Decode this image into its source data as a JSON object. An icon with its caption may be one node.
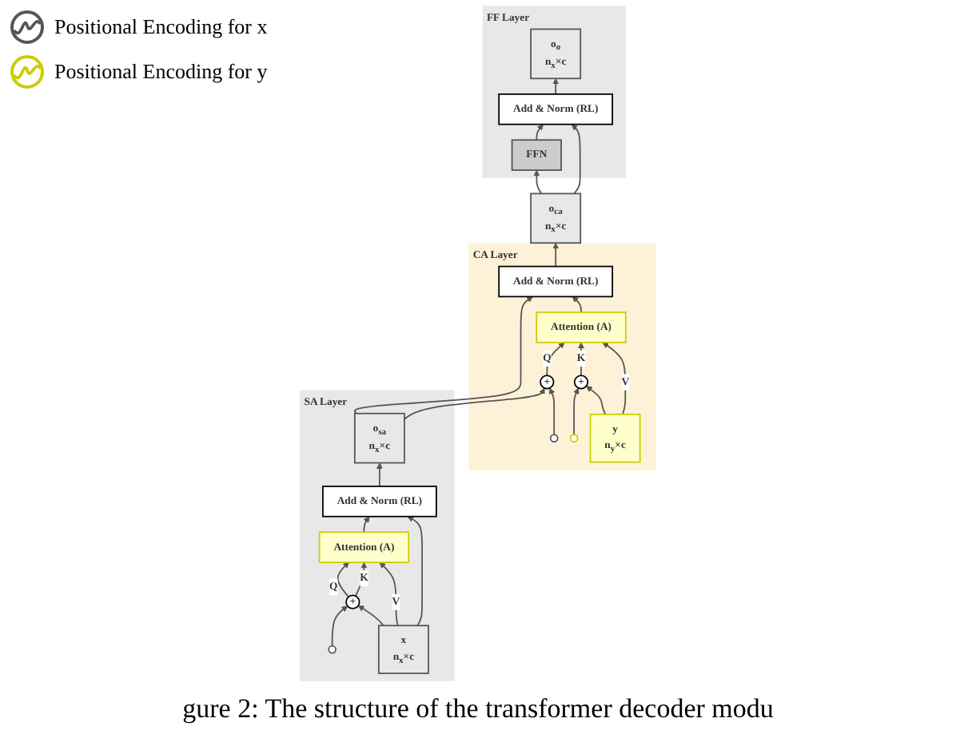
{
  "diagram": {
    "caption": "gure 2: The structure of the transformer decoder modu",
    "nodes": [
      {
        "text": [
          "FF Layer"
        ]
      },
      {
        "text": [
          "o$_{o}$",
          "n$_{x}$×c"
        ],
        "in": 0
      },
      {
        "text": [
          "Add & Norm (RL)"
        ],
        "in": 0
      },
      {
        "text": [
          "FFN"
        ],
        "in": 0
      },
      {
        "text": [
          "CA Layer"
        ]
      },
      {
        "text": [
          "o$_{ca}$",
          "n$_{x}$×c"
        ]
      },
      {
        "text": [
          "Add & Norm (RL)"
        ],
        "in": 4
      },
      {
        "text": [
          "Attention (A)"
        ],
        "in": 4
      },
      {
        "text": [
          "+"
        ],
        "in": 4
      },
      {
        "text": [],
        "shape": "circle",
        "in": 4
      },
      {
        "text": [],
        "shape": "circle",
        "in": 4
      },
      {
        "text": [
          "+"
        ],
        "in": 4
      },
      {
        "text": [
          "y",
          "n$_{y}$×c"
        ],
        "in": 4
      },
      {
        "text": [
          "SA Layer"
        ]
      },
      {
        "text": [
          "o$_{sa}$",
          "n$_{x}$×c"
        ],
        "in": 13
      },
      {
        "text": [
          "Add & Norm (RL)"
        ],
        "in": 13
      },
      {
        "text": [
          "Attention (A)"
        ],
        "in": 13
      },
      {
        "text": [],
        "shape": "circle",
        "in": 13
      },
      {
        "text": [
          "+"
        ],
        "in": 13
      },
      {
        "text": [
          "x",
          "n$_{x}$×c"
        ],
        "in": 13
      }
    ],
    "edges": [
      {
        "from": 17,
        "to": 18,
        "arrow": "to"
      },
      {
        "from": 19,
        "to": 18,
        "arrow": "to"
      },
      {
        "from": 18,
        "to": 16,
        "arrow": "to",
        "label": "Q"
      },
      {
        "from": 18,
        "to": 16,
        "arrow": "to",
        "label": "K"
      },
      {
        "from": 19,
        "to": 16,
        "arrow": "to",
        "label": "V"
      },
      {
        "from": 19,
        "to": 15,
        "arrow": "to"
      },
      {
        "from": 16,
        "to": 15,
        "arrow": "to"
      },
      {
        "from": 15,
        "to": 14,
        "arrow": "to"
      },
      {
        "from": 14,
        "to": 6,
        "arrow": "to"
      },
      {
        "from": 14,
        "to": 8,
        "arrow": "to"
      },
      {
        "from": 9,
        "to": 8,
        "arrow": "to"
      },
      {
        "from": 8,
        "to": 7,
        "arrow": "to",
        "label": "Q"
      },
      {
        "from": 10,
        "to": 11,
        "arrow": "to"
      },
      {
        "from": 12,
        "to": 11,
        "arrow": "to"
      },
      {
        "from": 11,
        "to": 7,
        "arrow": "to",
        "label": "K"
      },
      {
        "from": 12,
        "to": 7,
        "arrow": "to",
        "label": "V"
      },
      {
        "from": 7,
        "to": 6,
        "arrow": "to"
      },
      {
        "from": 6,
        "to": 5,
        "arrow": "to"
      },
      {
        "from": 5,
        "to": 3,
        "arrow": "to"
      },
      {
        "from": 3,
        "to": 2,
        "arrow": "to"
      },
      {
        "from": 5,
        "to": 2,
        "arrow": "to"
      },
      {
        "from": 2,
        "to": 1,
        "arrow": "to"
      }
    ],
    "legend": [
      {
        "text": "Positional Encoding for x"
      },
      {
        "text": "Positional Encoding for y"
      }
    ]
  }
}
